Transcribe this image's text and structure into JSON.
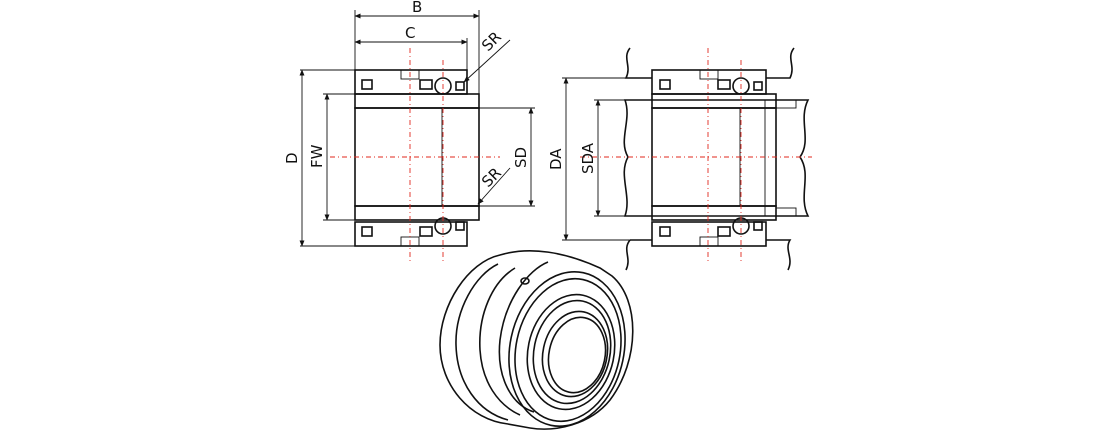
{
  "labels": {
    "B": "B",
    "C": "C",
    "SR_top": "SR",
    "SR_bottom": "SR",
    "D": "D",
    "FW": "FW",
    "SD": "SD",
    "DA": "DA",
    "SDA": "SDA"
  },
  "colors": {
    "line": "#111111",
    "centerline": "#e0281e",
    "background": "#ffffff"
  }
}
